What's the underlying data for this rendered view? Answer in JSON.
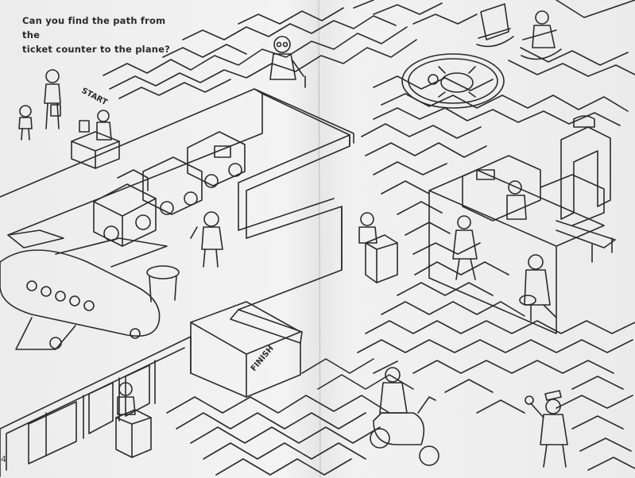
{
  "prompt": {
    "line1": "Can you find the path from the",
    "line2": "ticket counter to the plane?"
  },
  "labels": {
    "start": "START",
    "finish": "FINISH"
  },
  "page_number": "4",
  "colors": {
    "paper": "#ececec",
    "ink": "#2a2a2a"
  }
}
